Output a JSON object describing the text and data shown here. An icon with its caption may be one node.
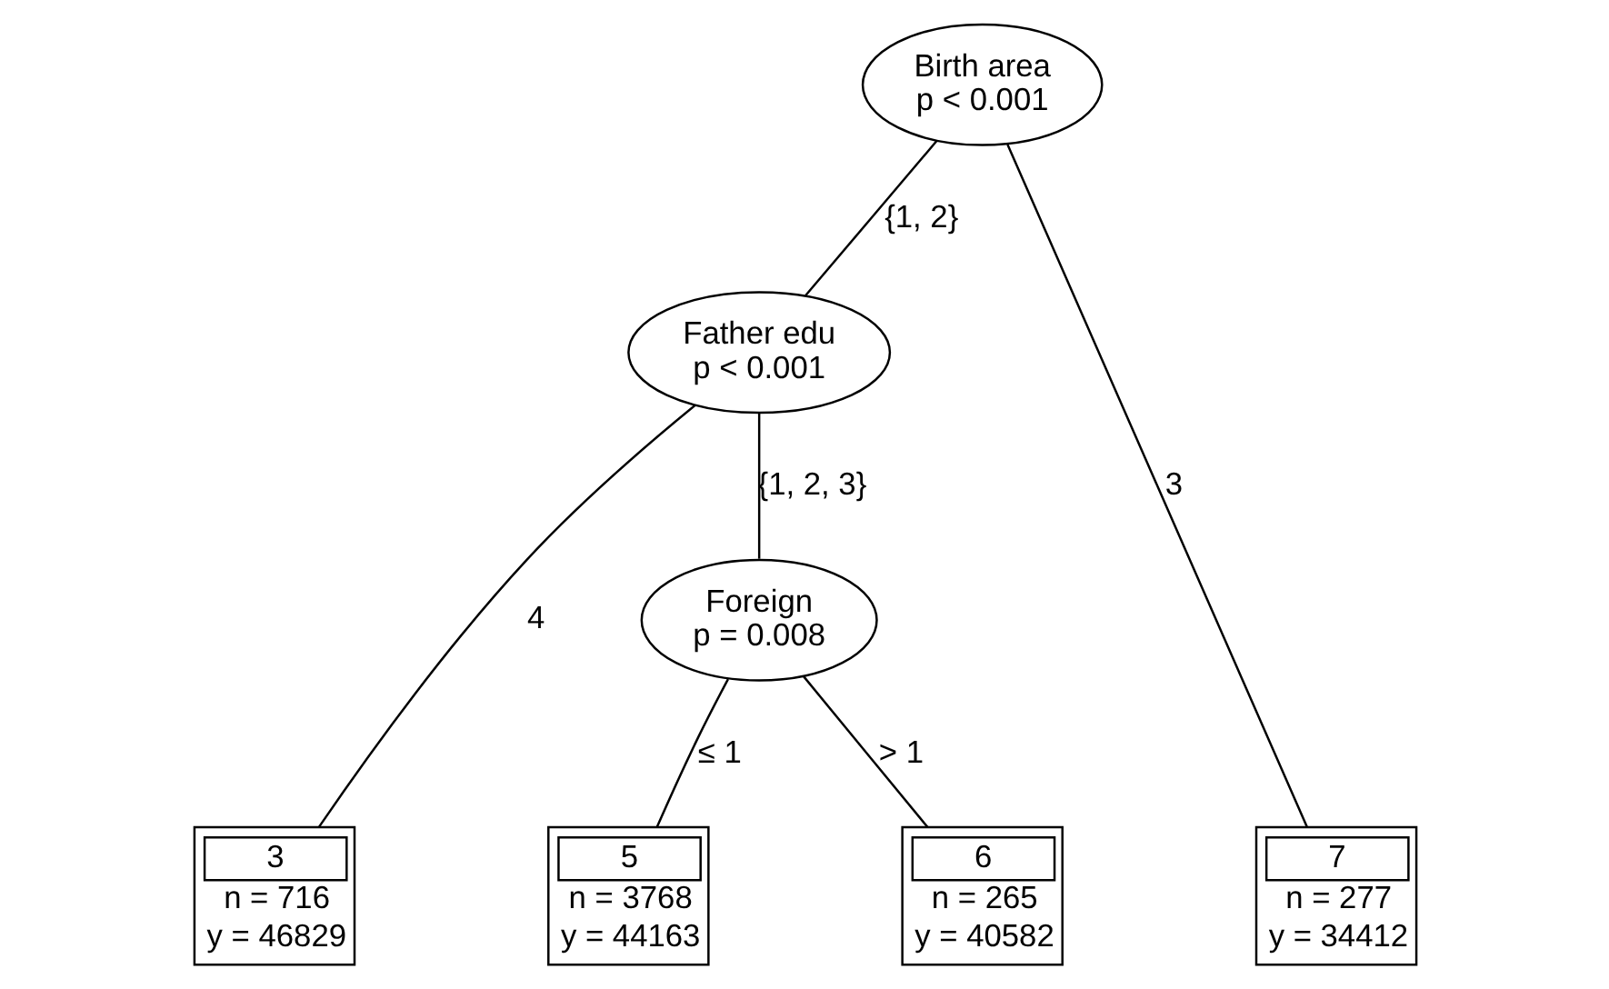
{
  "diagram": {
    "nodes": [
      {
        "text": [
          "Birth area",
          "p < 0.001"
        ]
      },
      {
        "text": [
          "Father edu",
          "p < 0.001"
        ]
      },
      {
        "text": [
          "3",
          "n = 716",
          "y = 46829"
        ]
      },
      {
        "text": [
          "Foreign",
          "p = 0.008"
        ]
      },
      {
        "text": [
          "5",
          "n = 3768",
          "y = 44163"
        ]
      },
      {
        "text": [
          "6",
          "n = 265",
          "y = 40582"
        ]
      },
      {
        "text": [
          "7",
          "n = 277",
          "y = 34412"
        ]
      }
    ],
    "edges": [
      {
        "from": 0,
        "to": 1,
        "arrow": "none",
        "label": "{1, 2}"
      },
      {
        "from": 0,
        "to": 6,
        "arrow": "none",
        "label": "3"
      },
      {
        "from": 1,
        "to": 2,
        "arrow": "none",
        "label": "4"
      },
      {
        "from": 1,
        "to": 3,
        "arrow": "none",
        "label": "{1, 2, 3}"
      },
      {
        "from": 3,
        "to": 4,
        "arrow": "none",
        "label": "≤ 1"
      },
      {
        "from": 3,
        "to": 5,
        "arrow": "none",
        "label": "> 1"
      }
    ]
  }
}
